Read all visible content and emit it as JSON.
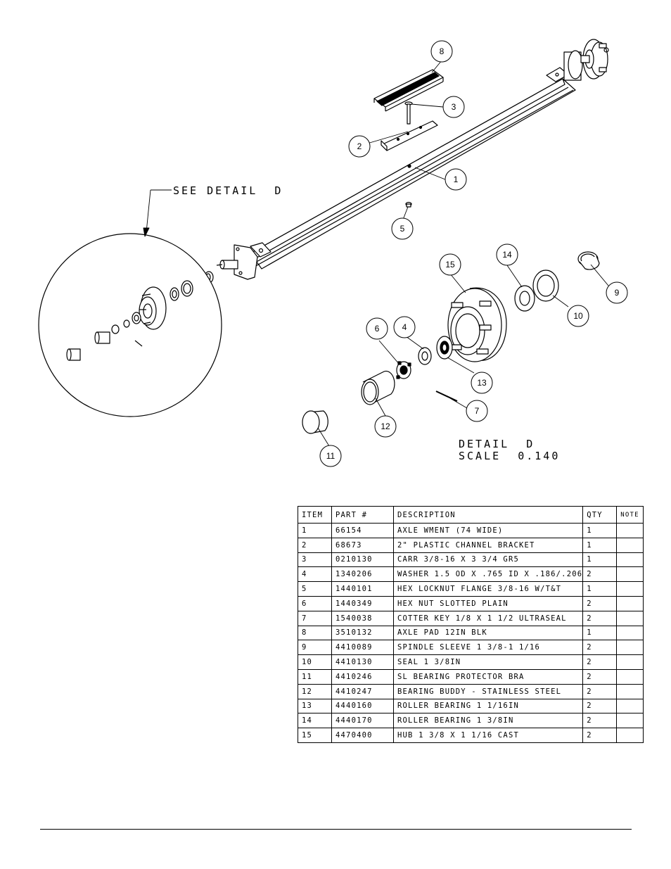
{
  "detail_callout": "SEE DETAIL  D",
  "detail_title": "DETAIL  D",
  "detail_scale": "SCALE  0.140",
  "balloons": [
    "1",
    "2",
    "3",
    "4",
    "5",
    "6",
    "7",
    "8",
    "9",
    "10",
    "11",
    "12",
    "13",
    "14",
    "15"
  ],
  "table": {
    "headers": [
      "ITEM",
      "PART #",
      "DESCRIPTION",
      "QTY",
      "NOTE"
    ],
    "rows": [
      {
        "item": "1",
        "part": "66154",
        "desc": "AXLE WMENT (74 WIDE)",
        "qty": "1",
        "note": ""
      },
      {
        "item": "2",
        "part": "68673",
        "desc": "2\" PLASTIC CHANNEL BRACKET",
        "qty": "1",
        "note": ""
      },
      {
        "item": "3",
        "part": "0210130",
        "desc": "CARR 3/8-16 X 3 3/4 GR5",
        "qty": "1",
        "note": ""
      },
      {
        "item": "4",
        "part": "1340206",
        "desc": "WASHER 1.5 OD X .765 ID X .186/.206",
        "qty": "2",
        "note": ""
      },
      {
        "item": "5",
        "part": "1440101",
        "desc": "HEX LOCKNUT FLANGE 3/8-16 W/T&T",
        "qty": "1",
        "note": ""
      },
      {
        "item": "6",
        "part": "1440349",
        "desc": "HEX NUT SLOTTED PLAIN",
        "qty": "2",
        "note": ""
      },
      {
        "item": "7",
        "part": "1540038",
        "desc": "COTTER KEY 1/8 X 1 1/2 ULTRASEAL",
        "qty": "2",
        "note": ""
      },
      {
        "item": "8",
        "part": "3510132",
        "desc": "AXLE PAD 12IN  BLK",
        "qty": "1",
        "note": ""
      },
      {
        "item": "9",
        "part": "4410089",
        "desc": "SPINDLE SLEEVE  1 3/8-1 1/16",
        "qty": "2",
        "note": ""
      },
      {
        "item": "10",
        "part": "4410130",
        "desc": "SEAL  1 3/8IN",
        "qty": "2",
        "note": ""
      },
      {
        "item": "11",
        "part": "4410246",
        "desc": "SL BEARING PROTECTOR BRA",
        "qty": "2",
        "note": ""
      },
      {
        "item": "12",
        "part": "4410247",
        "desc": "BEARING BUDDY - STAINLESS STEEL",
        "qty": "2",
        "note": ""
      },
      {
        "item": "13",
        "part": "4440160",
        "desc": "ROLLER BEARING   1 1/16IN",
        "qty": "2",
        "note": ""
      },
      {
        "item": "14",
        "part": "4440170",
        "desc": "ROLLER BEARING   1 3/8IN",
        "qty": "2",
        "note": ""
      },
      {
        "item": "15",
        "part": "4470400",
        "desc": "HUB   1 3/8 X 1 1/16 CAST",
        "qty": "2",
        "note": ""
      }
    ]
  }
}
